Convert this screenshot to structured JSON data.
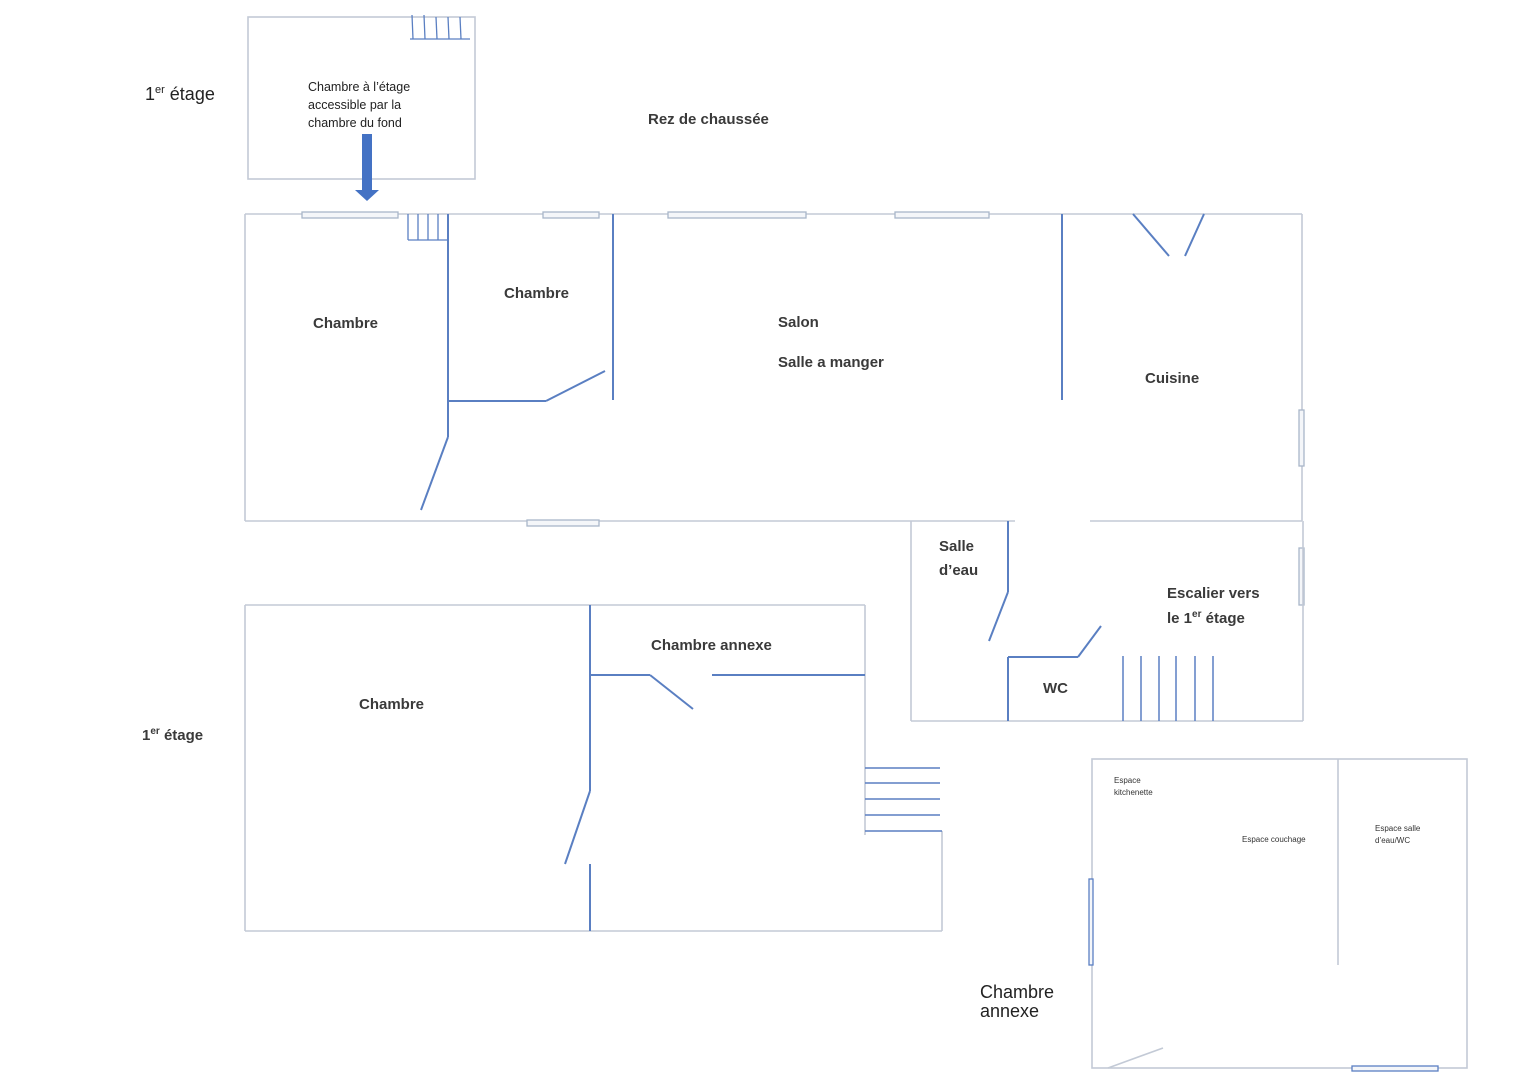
{
  "colors": {
    "outer_wall": "#c3cad6",
    "partition": "#5a7fc2",
    "arrow": "#4472c4"
  },
  "labels": {
    "floor1_top": {
      "num": "1",
      "sup": "er",
      "rest": " étage"
    },
    "upstairs_note": [
      "Chambre à l’étage",
      "accessible par la",
      "chambre du fond"
    ],
    "ground_floor": "Rez de chaussée",
    "chambre_left": "Chambre",
    "chambre_middle": "Chambre",
    "salon": "Salon",
    "salle_a_manger": "Salle a manger",
    "cuisine": "Cuisine",
    "salle_deau": [
      "Salle",
      "d’eau"
    ],
    "escalier": {
      "line1": "Escalier vers",
      "line2_a": "le 1",
      "line2_sup": "er",
      "line2_b": " étage"
    },
    "wc": "WC",
    "floor1_bottom": {
      "num": "1",
      "sup": "er",
      "rest": " étage"
    },
    "chambre_upper": "Chambre",
    "chambre_annexe_room": "Chambre annexe",
    "annex_title": [
      "Chambre",
      "annexe"
    ],
    "espace_kitchenette": [
      "Espace",
      "kitchenette"
    ],
    "espace_couchage": "Espace couchage",
    "espace_salle_eau": [
      "Espace salle",
      "d’eau/WC"
    ]
  }
}
